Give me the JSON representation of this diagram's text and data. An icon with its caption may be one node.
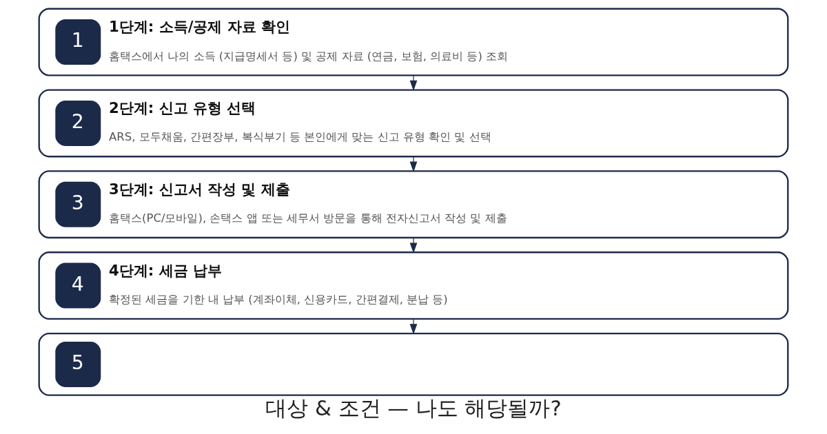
{
  "diagram": {
    "caption": "대상 & 조건 — 나도 해당될까?",
    "nodes": [
      {
        "text": [
          "1",
          "1단계: 소득/공제 자료 확인",
          "홈택스에서 나의 소득 (지급명세서 등) 및 공제 자료 (연금, 보험, 의료비 등) 조회"
        ]
      },
      {
        "text": [
          "2",
          "2단계: 신고 유형 선택",
          "ARS, 모두채움, 간편장부, 복식부기 등 본인에게 맞는 신고 유형 확인 및 선택"
        ]
      },
      {
        "text": [
          "3",
          "3단계: 신고서 작성 및 제출",
          "홈택스(PC/모바일), 손택스 앱 또는 세무서 방문을 통해 전자신고서 작성 및 제출"
        ]
      },
      {
        "text": [
          "4",
          "4단계: 세금 납부",
          "확정된 세금을 기한 내 납부 (계좌이체, 신용카드, 간편결제, 분납 등)"
        ]
      },
      {
        "text": [
          "5"
        ]
      }
    ],
    "edges": [
      {
        "from": 0,
        "to": 1,
        "arrow": "to"
      },
      {
        "from": 1,
        "to": 2,
        "arrow": "to"
      },
      {
        "from": 2,
        "to": 3,
        "arrow": "to"
      },
      {
        "from": 3,
        "to": 4,
        "arrow": "to"
      }
    ]
  }
}
